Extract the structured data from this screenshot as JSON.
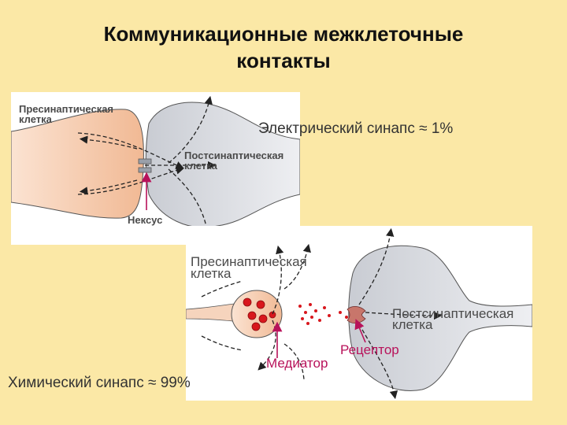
{
  "title": {
    "line1": "Коммуникационные межклеточные",
    "line2": "контакты"
  },
  "electric_synapse": {
    "caption": "Электрический синапс ≈ 1%",
    "presynaptic_label_line1": "Пресинаптическая",
    "presynaptic_label_line2": "клетка",
    "postsynaptic_label_line1": "Постсинаптическая",
    "postsynaptic_label_line2": "клетка",
    "nexus_label": "Нексус"
  },
  "chemical_synapse": {
    "caption": "Химический синапс ≈ 99%",
    "presynaptic_label_line1": "Пресинаптическая",
    "presynaptic_label_line2": "клетка",
    "postsynaptic_label_line1": "Постсинаптическая",
    "postsynaptic_label_line2": "клетка",
    "mediator_label": "Медиатор",
    "receptor_label": "Рецептор"
  },
  "colors": {
    "background": "#fbe8a6",
    "presynaptic_fill": "#f6c9a8",
    "postsynaptic_fill": "#d9dbe0",
    "accent": "#b8125a",
    "vesicle": "#d8171d"
  }
}
